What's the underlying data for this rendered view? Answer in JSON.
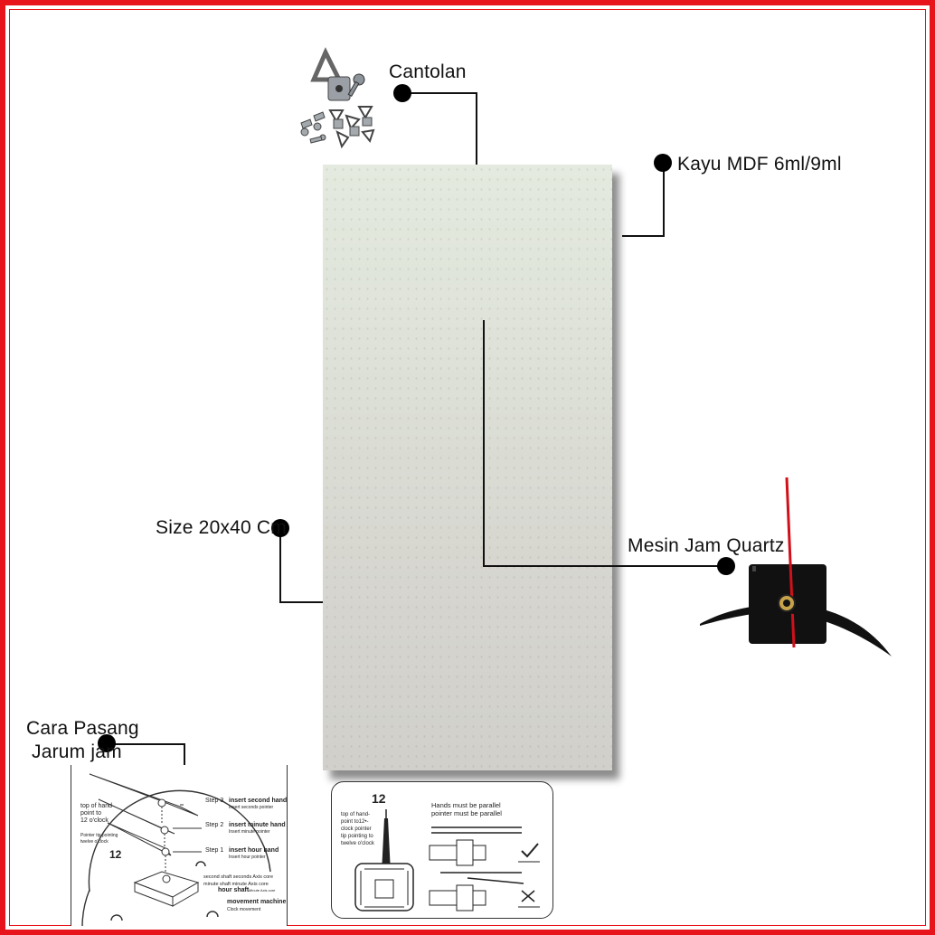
{
  "labels": {
    "cantolan": "Cantolan",
    "kayu": "Kayu MDF 6ml/9ml",
    "size": "Size 20x40 Cm",
    "mesin": "Mesin Jam Quartz",
    "cara_pasang_1": "Cara Pasang",
    "cara_pasang_2": "Jarum jam"
  },
  "diagram_left": {
    "top_of_hand": "top of hand",
    "point_to": "point to",
    "twelve": "12 o'clock",
    "pointer_tip": "Pointer tip pointing",
    "twelve_sm": "twelve o'clock",
    "step3": "Step 3",
    "step3_text": "insert second hand",
    "step3_sub": "Insert seconds pointer",
    "step2": "Step 2",
    "step2_text": "insert minute hand",
    "step2_sub": "Insert minute pointer",
    "step1": "Step 1",
    "step1_text": "insert hour hand",
    "step1_sub": "Insert hour pointer",
    "shaft1": "second shaft seconds Axis core",
    "shaft2": "minute shaft minute Axis core",
    "shaft3": "hour shaft",
    "shaft3_sub": "Minute Axis core",
    "machine": "movement machine",
    "machine_sub": "Clock movement",
    "num12": "12"
  },
  "diagram_right": {
    "num12": "12",
    "top1": "top of hand-",
    "top2": "point to12•-",
    "top3": "clock pointer",
    "top4": "tip pointing to",
    "top5": "twelve o'clock",
    "parallel1": "Hands must be parallel",
    "parallel2": "pointer must be parallel"
  },
  "colors": {
    "frame": "#e8141c",
    "second_hand": "#d0101a",
    "board": "#dcdfd6"
  }
}
